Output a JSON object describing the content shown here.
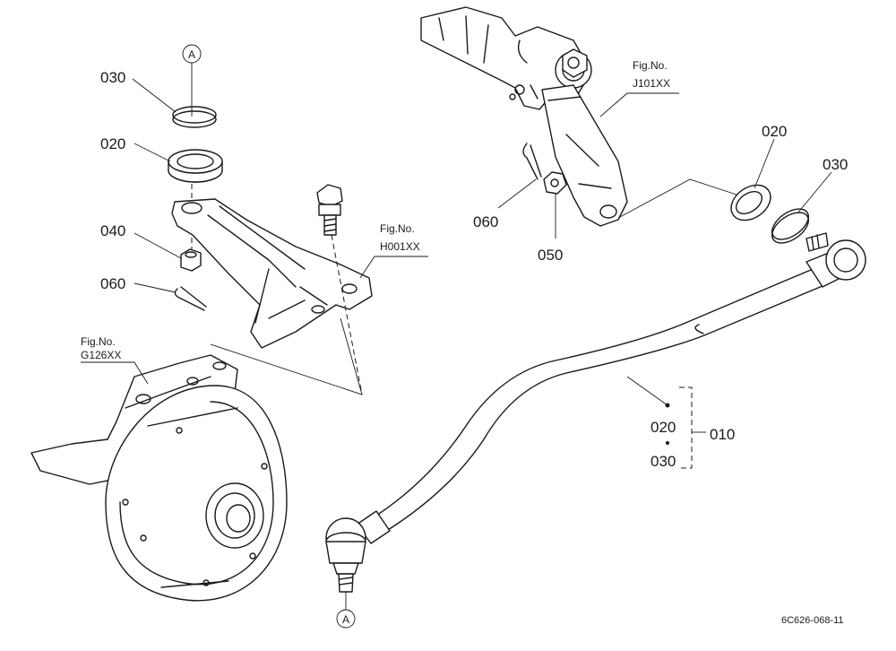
{
  "labels": {
    "a_top": "A",
    "a_bottom": "A",
    "left_030": "030",
    "left_020": "020",
    "left_040": "040",
    "left_060": "060",
    "fig_h_title": "Fig.No.",
    "fig_h_num": "H001XX",
    "fig_g_title": "Fig.No.",
    "fig_g_num": "G126XX",
    "fig_j_title": "Fig.No.",
    "fig_j_num": "J101XX",
    "right_020": "020",
    "right_030": "030",
    "right_060": "060",
    "right_050": "050",
    "group_020": "020",
    "group_030": "030",
    "group_010": "010"
  },
  "footer": {
    "code": "6C626-068-11"
  }
}
